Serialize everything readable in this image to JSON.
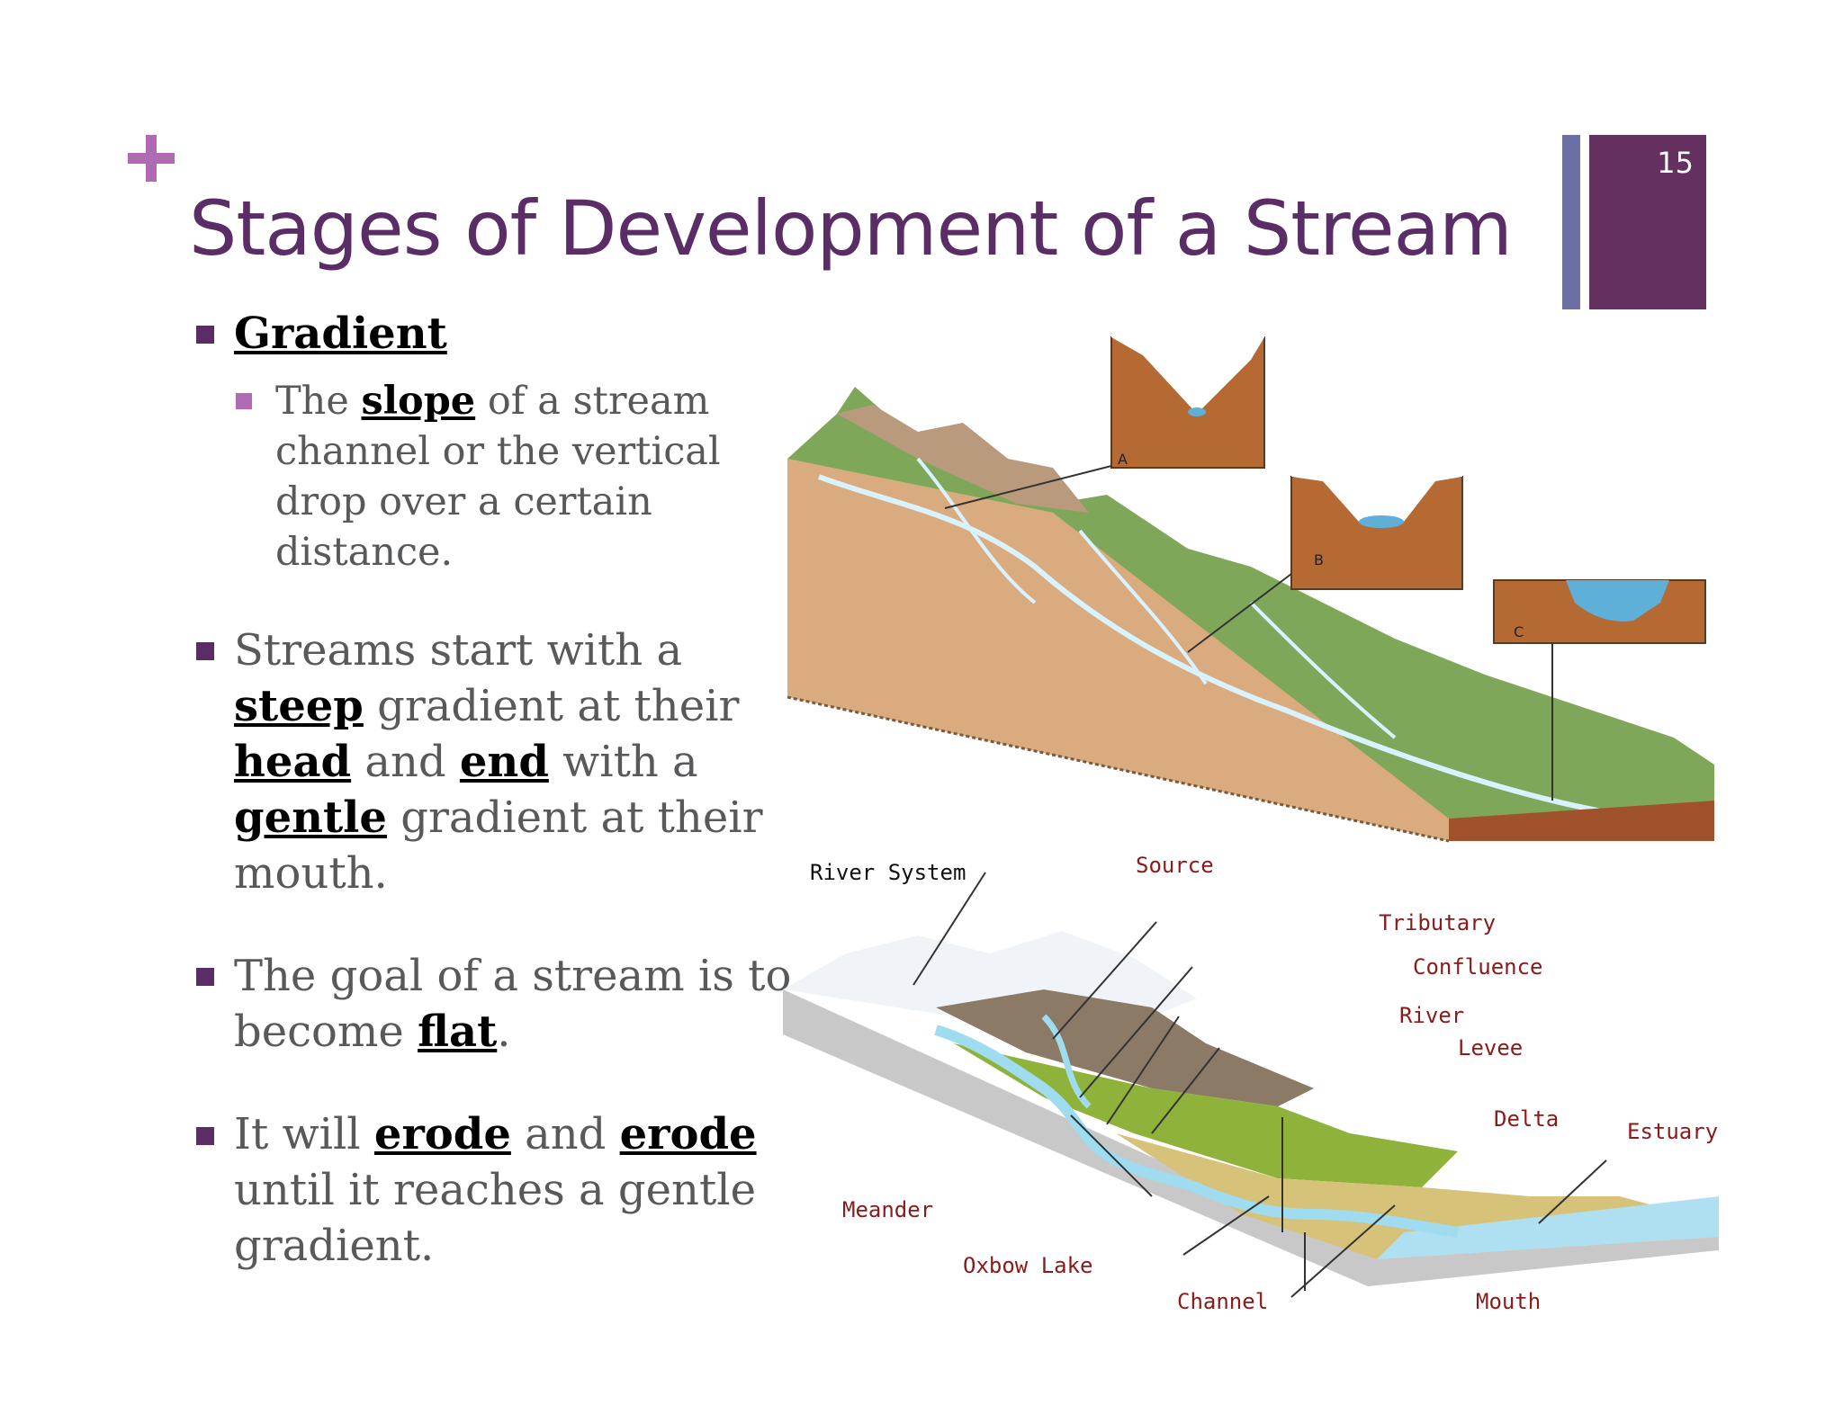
{
  "slide": {
    "title": "Stages of Development of a Stream",
    "page_number": "15"
  },
  "bullets": {
    "gradient_heading": "Gradient",
    "sub1": {
      "p1": "The ",
      "kw1": "slope",
      "p2": " of a stream channel or the vertical drop over a certain distance."
    },
    "b2": {
      "p1": "Streams start with a ",
      "kw1": "steep",
      "p2": " gradient at their ",
      "kw2": "head",
      "p3": " and ",
      "kw3": "end",
      "p4": " with a ",
      "kw4": "gentle",
      "p5": " gradient at their mouth."
    },
    "b3": {
      "p1": "The goal of a stream is to become ",
      "kw1": "flat",
      "p2": "."
    },
    "b4": {
      "p1": "It will ",
      "kw1": "erode",
      "p2": " and ",
      "kw2": "erode",
      "p3": " until it reaches a gentle gradient."
    }
  },
  "valley_diagram": {
    "labels": {
      "a": "A",
      "b": "B",
      "c": "C"
    }
  },
  "river_system": {
    "title": "River System",
    "labels": {
      "source": "Source",
      "tributary": "Tributary",
      "confluence": "Confluence",
      "river": "River",
      "levee": "Levee",
      "delta": "Delta",
      "estuary": "Estuary",
      "meander": "Meander",
      "oxbow_lake": "Oxbow Lake",
      "channel": "Channel",
      "mouth": "Mouth"
    }
  }
}
